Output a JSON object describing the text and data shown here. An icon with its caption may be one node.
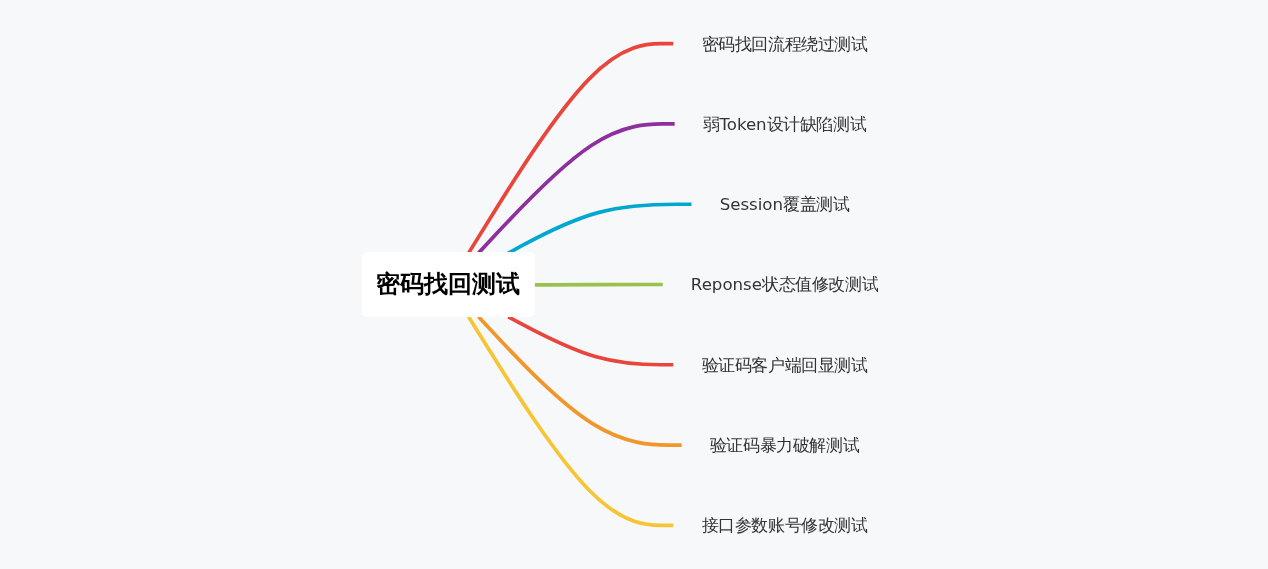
{
  "diagram": {
    "nodes": [
      {
        "text": [
          "密码找回测试"
        ]
      },
      {
        "text": [
          "密码找回流程绕过测试"
        ]
      },
      {
        "text": [
          "弱Token设计缺陷测试"
        ]
      },
      {
        "text": [
          "Session覆盖测试"
        ]
      },
      {
        "text": [
          "Reponse状态值修改测试"
        ]
      },
      {
        "text": [
          "验证码客户端回显测试"
        ]
      },
      {
        "text": [
          "验证码暴力破解测试"
        ]
      },
      {
        "text": [
          "接口参数账号修改测试"
        ]
      }
    ],
    "edges": [
      {
        "from": 0,
        "to": 1,
        "arrow": "none",
        "color": "#e8453c"
      },
      {
        "from": 0,
        "to": 2,
        "arrow": "none",
        "color": "#8e2f9e"
      },
      {
        "from": 0,
        "to": 3,
        "arrow": "none",
        "color": "#00a8d0"
      },
      {
        "from": 0,
        "to": 4,
        "arrow": "none",
        "color": "#9bc14a"
      },
      {
        "from": 0,
        "to": 5,
        "arrow": "none",
        "color": "#e8453c"
      },
      {
        "from": 0,
        "to": 6,
        "arrow": "none",
        "color": "#f0962a"
      },
      {
        "from": 0,
        "to": 7,
        "arrow": "none",
        "color": "#f7c435"
      }
    ]
  }
}
